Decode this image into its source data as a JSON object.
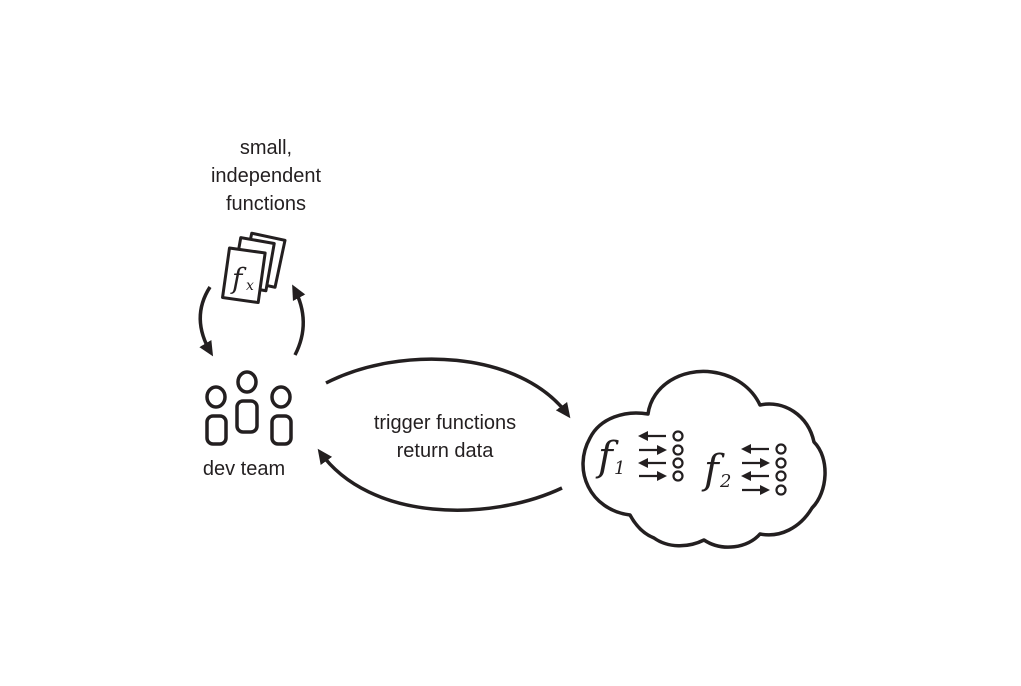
{
  "functions_label": {
    "line1": "small,",
    "line2": "independent",
    "line3": "functions"
  },
  "function_icon": {
    "icon": "function-documents-icon",
    "glyph": "f",
    "subscript": "x"
  },
  "dev_team": {
    "icon": "team-icon",
    "label": "dev team"
  },
  "exchange_label": {
    "line1": "trigger functions",
    "line2": "return data"
  },
  "cloud": {
    "icon": "cloud-icon",
    "functions": [
      {
        "glyph": "f",
        "subscript": "1"
      },
      {
        "glyph": "f",
        "subscript": "2"
      }
    ]
  },
  "colors": {
    "ink": "#231f20",
    "background": "#ffffff"
  }
}
